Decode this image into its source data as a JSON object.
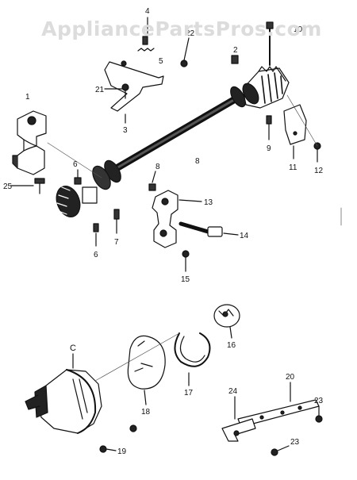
{
  "watermark": "AppliancePartsPros.com",
  "callouts": [
    "1",
    "2",
    "3",
    "4",
    "5",
    "6",
    "6",
    "7",
    "8",
    "8",
    "9",
    "10",
    "11",
    "12",
    "13",
    "14",
    "15",
    "16",
    "17",
    "18",
    "19",
    "20",
    "21",
    "22",
    "23",
    "23",
    "24",
    "25",
    "C"
  ],
  "colors": {
    "ink": "#111111",
    "watermark": "#dcdcdc",
    "background": "#ffffff"
  }
}
